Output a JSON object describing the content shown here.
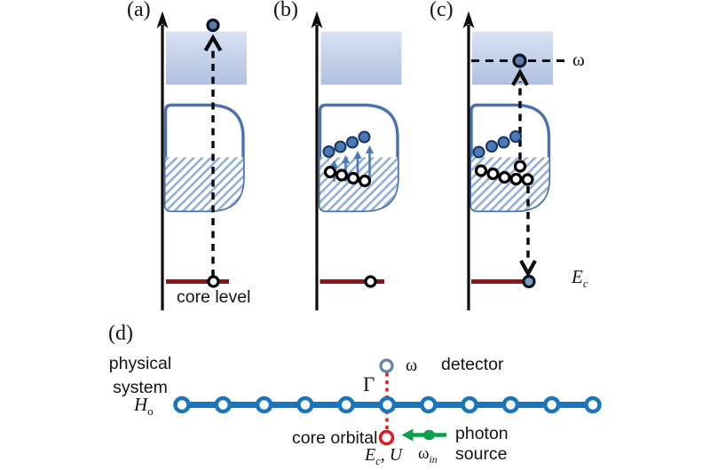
{
  "palette": {
    "band_gradient_top": "#d9e2f3",
    "band_gradient_bottom": "#b0c1e0",
    "valence_outline_blue": "#4a72ae",
    "hatch_blue": "#93aed6",
    "electron_blue_fill": "#4a7ab8",
    "electron_dark_ring": "#17355e",
    "excited_electron_fill": "#5b7da8",
    "core_level_dark_red": "#8e1616",
    "chain_blue": "#1776bd",
    "detector_ring_slate": "#6383a8",
    "core_orbital_red": "#e01818",
    "hybridization_dot_red": "#d62020",
    "photon_green": "#0ca04e",
    "ink_black": "#111111"
  },
  "panels": {
    "a": {
      "label": "(a)",
      "core_level_label": "core level"
    },
    "b": {
      "label": "(b)"
    },
    "c": {
      "label": "(c)",
      "omega_label": "ω",
      "core_energy_base": "E",
      "core_energy_sub": "c"
    },
    "d": {
      "label": "(d)",
      "system_label_line1": "physical",
      "system_label_line2": "system",
      "hamiltonian_base": "H",
      "hamiltonian_sub": "o",
      "gamma_label": "Γ",
      "omega_label": "ω",
      "detector_label": "detector",
      "core_orbital_label": "core orbital",
      "core_params_base": "E",
      "core_params_sub": "c",
      "core_params_rest": ", U",
      "omega_in_base": "ω",
      "omega_in_sub": "in",
      "photon_label_line1": "photon",
      "photon_label_line2": "source",
      "chain_sites": 11
    }
  }
}
